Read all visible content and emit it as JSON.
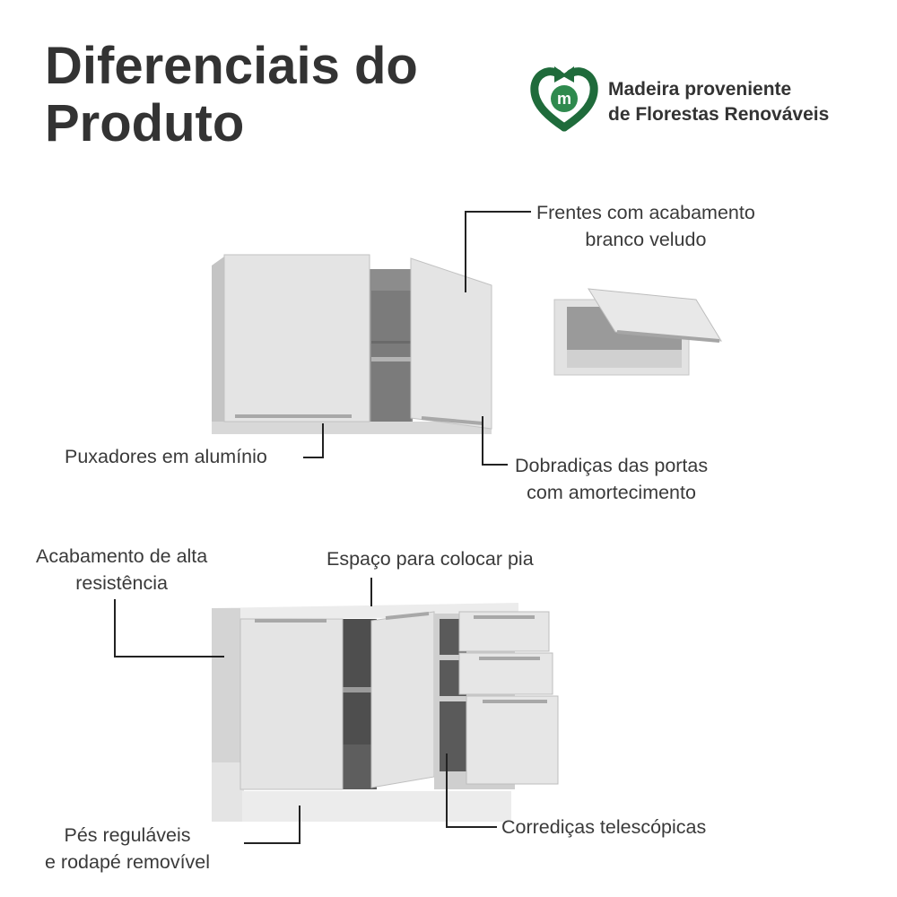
{
  "header": {
    "title_line1": "Diferenciais do",
    "title_line2": "Produto"
  },
  "seal": {
    "icon": "recycle-m-heart-icon",
    "color": "#1f6b3b",
    "line1": "Madeira proveniente",
    "line2": "de Florestas Renováveis"
  },
  "callouts": {
    "fronts_line1": "Frentes com acabamento",
    "fronts_line2": "branco veludo",
    "handles": "Puxadores em alumínio",
    "hinges_line1": "Dobradiças das portas",
    "hinges_line2": "com amortecimento",
    "finish_line1": "Acabamento de alta",
    "finish_line2": "resistência",
    "sink": "Espaço para colocar pia",
    "feet_line1": "Pés reguláveis",
    "feet_line2": "e rodapé removível",
    "slides": "Corrediças telescópicas"
  },
  "colors": {
    "cabinet_front": "#e3e3e3",
    "cabinet_side": "#cfcfcf",
    "cabinet_shadow": "#9a9a9a",
    "interior": "#6f6f6f",
    "leader_line": "#222222",
    "text": "#333333"
  }
}
